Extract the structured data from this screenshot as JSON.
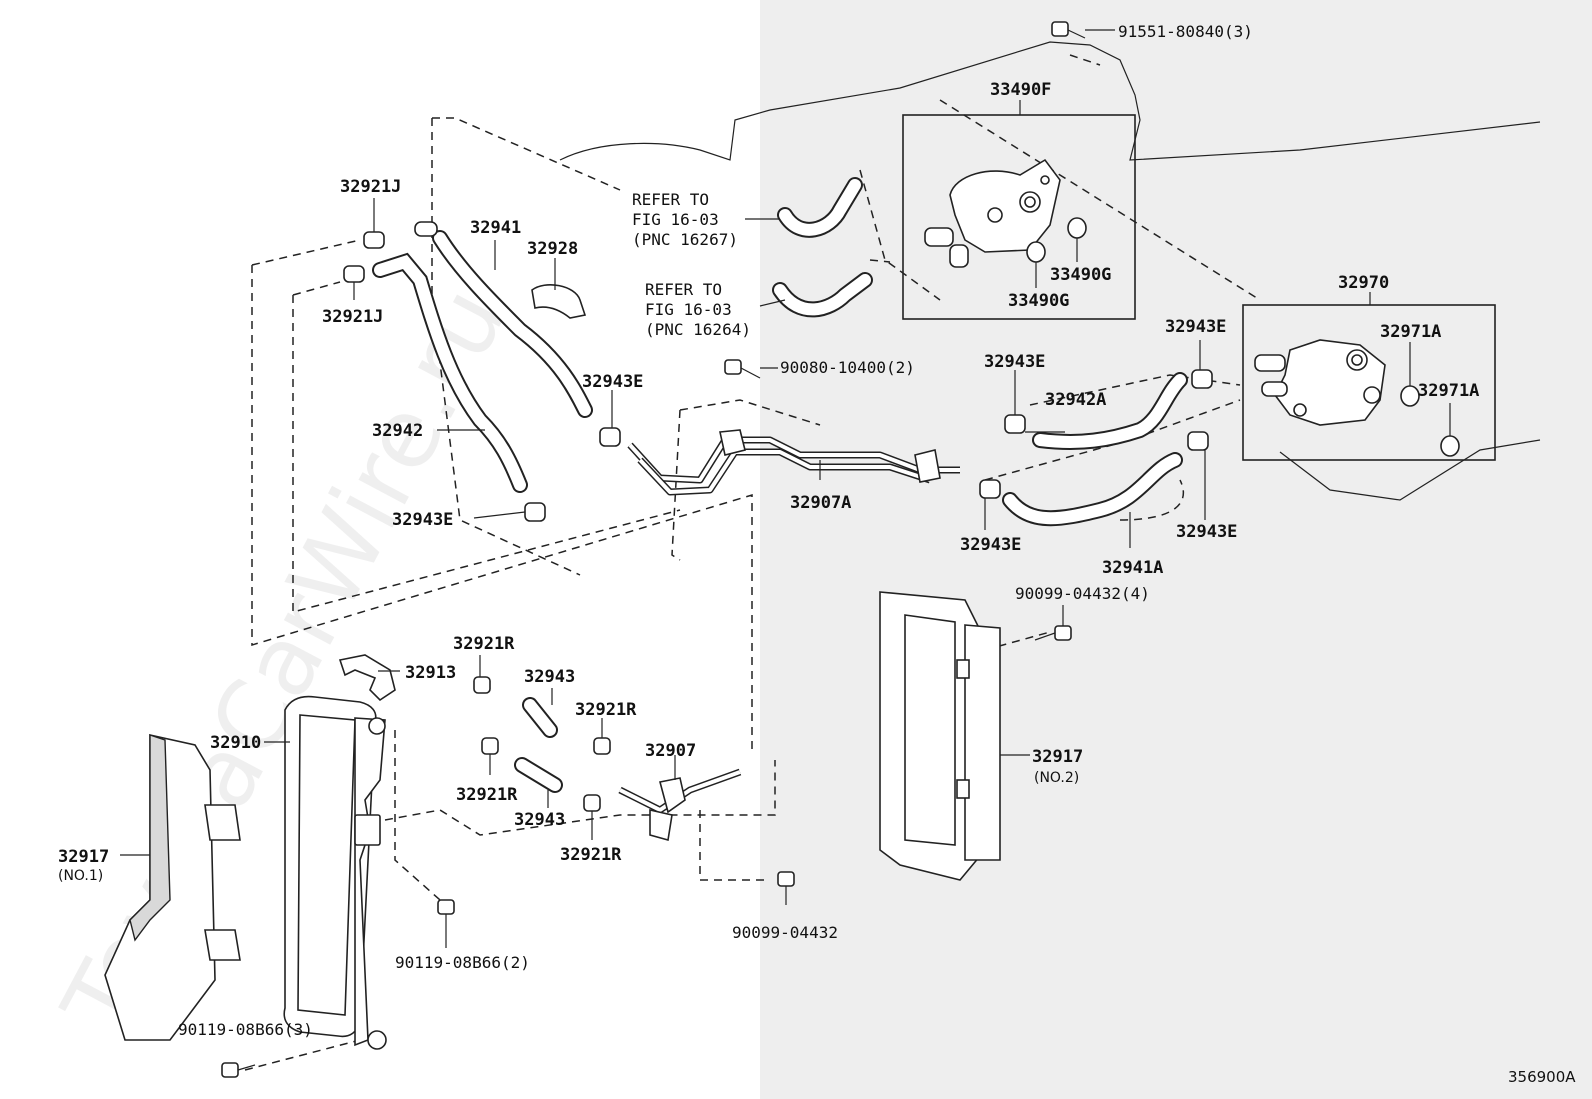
{
  "watermark": "ToyotaCarWire.ru",
  "figure_id": "356900A",
  "refer_blocks": [
    {
      "line1": "REFER TO",
      "line2": "FIG 16-03",
      "line3": "(PNC 16267)"
    },
    {
      "line1": "REFER TO",
      "line2": "FIG 16-03",
      "line3": "(PNC 16264)"
    }
  ],
  "labels": {
    "bolt_91551": "91551-80840(3)",
    "p33490F": "33490F",
    "p33490G_a": "33490G",
    "p33490G_b": "33490G",
    "p32921J_a": "32921J",
    "p32921J_b": "32921J",
    "p32941": "32941",
    "p32928": "32928",
    "p32942": "32942",
    "p32943E_1": "32943E",
    "p32943E_2": "32943E",
    "p32943E_3": "32943E",
    "p32943E_4": "32943E",
    "p32943E_5": "32943E",
    "p32943E_6": "32943E",
    "bolt_90080": "90080-10400(2)",
    "p32970": "32970",
    "p32971A_a": "32971A",
    "p32971A_b": "32971A",
    "p32942A": "32942A",
    "p32907A": "32907A",
    "p32941A": "32941A",
    "bolt_90099_4": "90099-04432(4)",
    "p32913": "32913",
    "p32921R_1": "32921R",
    "p32921R_2": "32921R",
    "p32921R_3": "32921R",
    "p32921R_4": "32921R",
    "p32943_a": "32943",
    "p32943_b": "32943",
    "p32910": "32910",
    "p32907": "32907",
    "p32917_no2": "32917",
    "p32917_no2_sub": "(NO.2)",
    "p32917_no1": "32917",
    "p32917_no1_sub": "(NO.1)",
    "bolt_90119_2": "90119-08B66(2)",
    "bolt_90119_3": "90119-08B66(3)",
    "bolt_90099": "90099-04432"
  }
}
